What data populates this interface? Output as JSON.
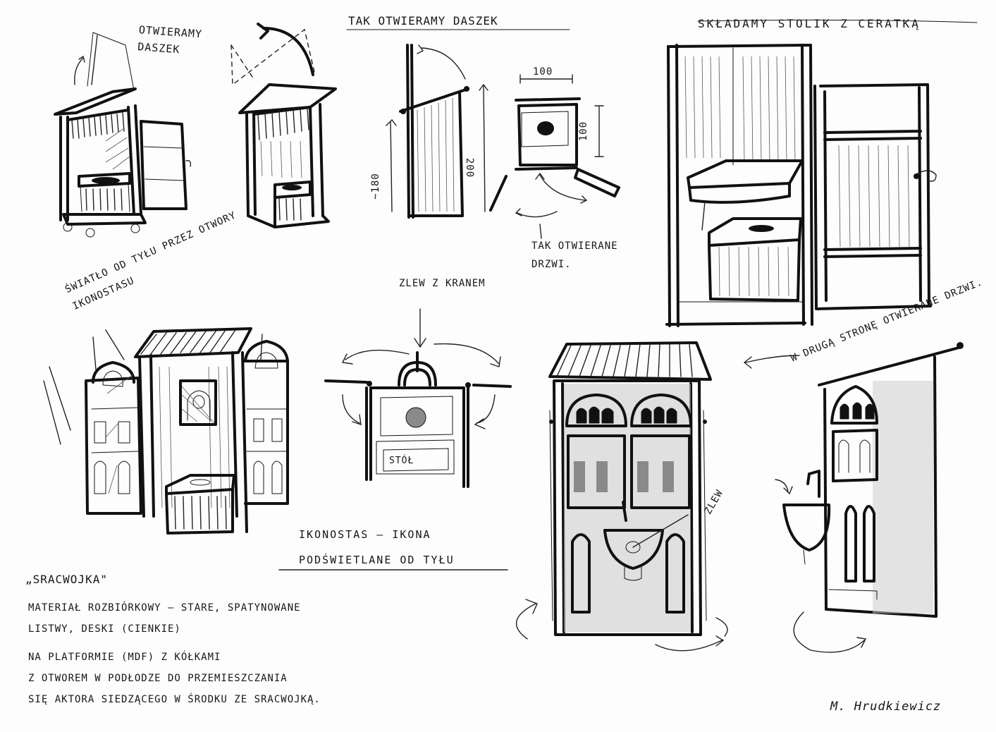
{
  "labels": {
    "open_roof_1": "OTWIERAMY DASZEK",
    "open_roof_2": "TAK OTWIERAMY DASZEK",
    "fold_table": "SKŁADAMY STOLIK Z CERATKĄ",
    "dim_width": "100",
    "dim_height_side": "100",
    "dim_height_full": "200",
    "dim_height_left": "~180",
    "opened_doors": "TAK OTWIERANE DRZWI.",
    "light_from_back": "ŚWIATŁO OD TYŁU PRZEZ OTWORY IKONOSTASU",
    "sink_with_tap": "ZLEW Z KRANEM",
    "table_label": "STÓŁ",
    "iconostasis_note": "IKONOSTAS – IKONA PODŚWIETLANE OD TYŁU",
    "other_side_doors": "W DRUGĄ STRONĘ OTWIERANE DRZWI.",
    "sink_label": "ZLEW",
    "project_title": "„SRACWOJKA\"",
    "notes": [
      "MATERIAŁ ROZBIÓRKOWY – STARE, SPATYNOWANE",
      "LISTWY, DESKI (CIENKIE)",
      "NA PLATFORMIE (MDF) Z KÓŁKAMI",
      "Z OTWOREM W PODŁODZE DO PRZEMIESZCZANIA",
      "SIĘ AKTORA SIEDZĄCEGO W ŚRODKU ZE SRACWOJKĄ."
    ],
    "signature": "M. Hrudkiewicz"
  },
  "colors": {
    "paper": "#fdfdfd",
    "ink": "#151515",
    "shade": "#c9c9c9"
  }
}
